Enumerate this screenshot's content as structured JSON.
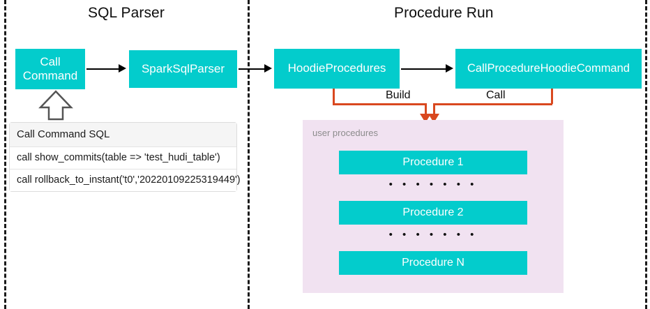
{
  "diagram": {
    "title_left": "SQL Parser",
    "title_right": "Procedure Run",
    "colors": {
      "teal": "#03cccc",
      "orange": "#d9481f",
      "panel_pink": "#f1e2f1",
      "divider": "#1a1a1a",
      "label_gray": "#8c8c8c"
    }
  },
  "sql_parser": {
    "nodes": {
      "call_command": "Call Command",
      "spark_sql_parser": "SparkSqlParser"
    },
    "sql_table": {
      "header": "Call Command SQL",
      "rows": [
        "call show_commits(table => 'test_hudi_table')",
        "call rollback_to_instant('t0','20220109225319449')"
      ]
    }
  },
  "procedure_run": {
    "nodes": {
      "hoodie_procedures": "HoodieProcedures",
      "call_procedure_hoodie_command": "CallProcedureHoodieCommand"
    },
    "edges": {
      "build": "Build",
      "call": "Call"
    },
    "user_procedures": {
      "label": "user procedures",
      "items": [
        "Procedure 1",
        "Procedure 2",
        "Procedure N"
      ],
      "separator": "• • • • • • •"
    }
  }
}
